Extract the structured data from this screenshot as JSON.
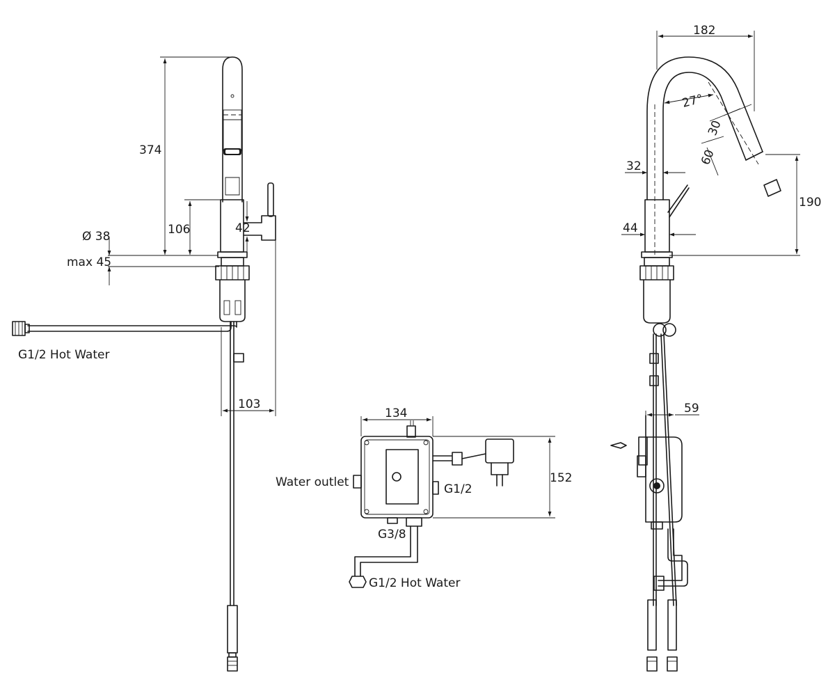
{
  "dimensions": {
    "height_total": "374",
    "height_body": "106",
    "lever_offset": "42",
    "diameter": "Ø 38",
    "max_thickness": "max 45",
    "depth_base": "103",
    "reach": "182",
    "angle": "27°",
    "aerator_30": "30",
    "aerator_60": "60",
    "spout_diameter": "32",
    "body_diameter": "44",
    "spout_height": "190",
    "box_depth": "59",
    "box_width": "134",
    "box_height": "152"
  },
  "labels": {
    "hot_water_left": "G1/2 Hot Water",
    "hot_water_box": "G1/2 Hot Water",
    "water_outlet": "Water outlet",
    "g12": "G1/2",
    "g38": "G3/8"
  }
}
